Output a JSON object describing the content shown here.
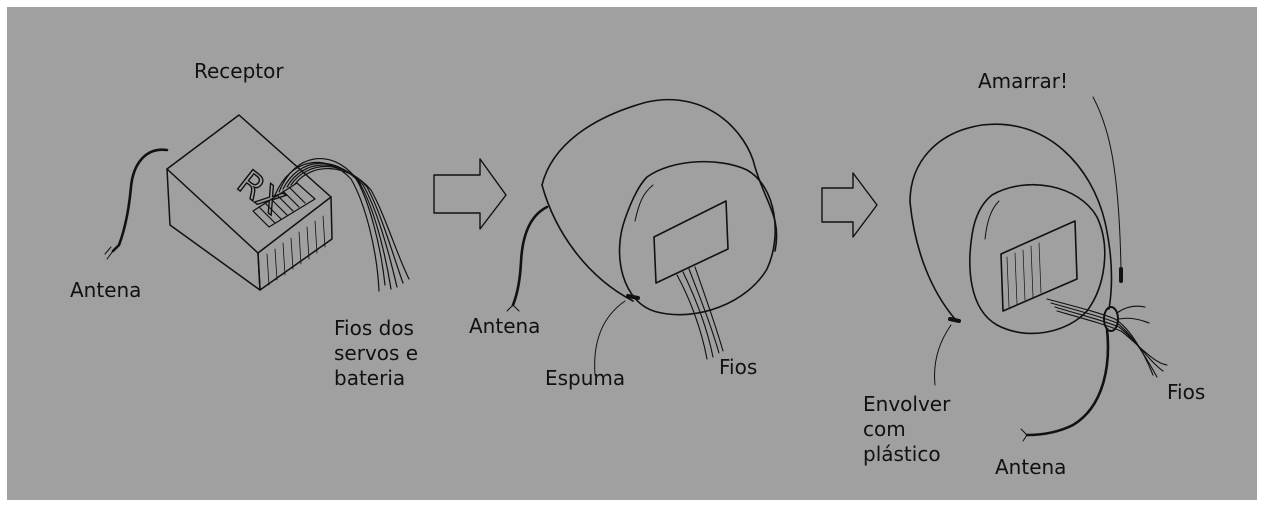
{
  "colors": {
    "background": "#a0a0a0",
    "ink": "#111111"
  },
  "steps": [
    {
      "box_mark": "RX",
      "labels": {
        "title": "Receptor",
        "antenna": "Antena",
        "wires": "Fios dos\nservos e\nbateria"
      }
    },
    {
      "labels": {
        "antenna": "Antena",
        "foam": "Espuma",
        "wires": "Fios"
      }
    },
    {
      "labels": {
        "tie": "Amarrar!",
        "wrap": "Envolver\ncom\nplástico",
        "wires": "Fios",
        "antenna": "Antena"
      }
    }
  ]
}
